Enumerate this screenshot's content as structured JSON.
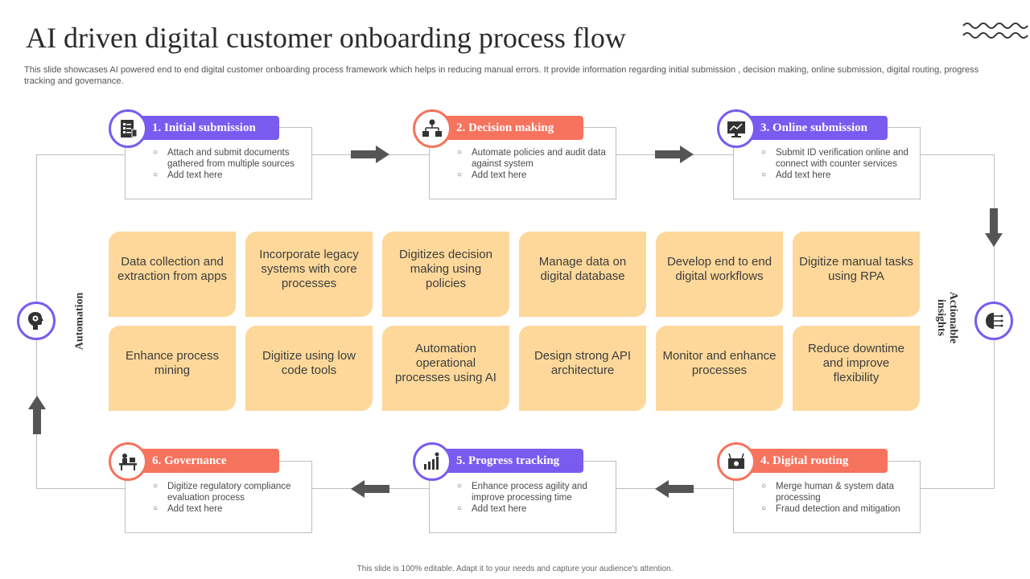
{
  "title": "AI driven digital customer onboarding process flow",
  "subtitle": "This slide showcases AI powered end to end digital customer onboarding process framework which helps in reducing manual errors. It provide information regarding initial submission , decision making, online submission, digital routing, progress tracking and governance.",
  "footer": "This slide is 100% editable. Adapt it to your needs and capture your audience's attention.",
  "colors": {
    "purple": "#7a5bf0",
    "coral": "#f6735d",
    "tile": "#fdd89a",
    "arrow": "#555555",
    "line": "#bfbfbf"
  },
  "side_labels": {
    "left": "Automation",
    "right_line1": "Actionable",
    "right_line2": "insights"
  },
  "steps": [
    {
      "title": "1. Initial submission",
      "icon": "document-checklist-icon",
      "color": "purple",
      "bullets": [
        "Attach and submit documents gathered from multiple sources",
        "Add text here"
      ]
    },
    {
      "title": "2. Decision making",
      "icon": "network-decision-icon",
      "color": "coral",
      "bullets": [
        "Automate policies and audit data against system",
        "Add text here"
      ]
    },
    {
      "title": "3. Online submission",
      "icon": "monitor-chart-icon",
      "color": "purple",
      "bullets": [
        "Submit ID verification online and connect with counter services",
        "Add text here"
      ]
    },
    {
      "title": "4. Digital routing",
      "icon": "router-icon",
      "color": "coral",
      "bullets": [
        "Merge human & system data processing",
        "Fraud detection and mitigation"
      ]
    },
    {
      "title": "5. Progress tracking",
      "icon": "progress-chart-icon",
      "color": "purple",
      "bullets": [
        "Enhance process agility and improve processing time",
        "Add text here"
      ]
    },
    {
      "title": "6. Governance",
      "icon": "governance-desk-icon",
      "color": "coral",
      "bullets": [
        "Digitize regulatory compliance evaluation process",
        "Add text here"
      ]
    }
  ],
  "tiles": [
    "Data collection and extraction from apps",
    "Incorporate legacy systems with core processes",
    "Digitizes decision making using policies",
    "Manage data on digital database",
    "Develop end to end digital workflows",
    "Digitize manual tasks using RPA",
    "Enhance process mining",
    "Digitize using low code tools",
    "Automation operational processes using AI",
    "Design strong API architecture",
    "Monitor and enhance processes",
    "Reduce downtime and improve flexibility"
  ],
  "side_icons": {
    "left": "ai-head-gear-icon",
    "right": "brain-circuit-icon"
  }
}
